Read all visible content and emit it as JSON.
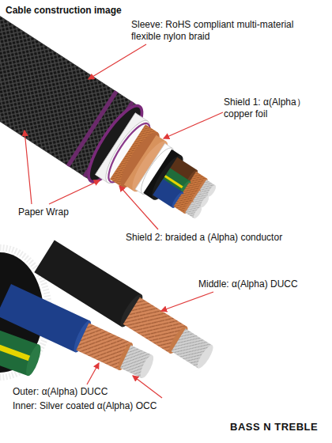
{
  "diagram": {
    "title": "Cable construction image",
    "labels": [
      "Sleeve: RoHS compliant multi-material flexible nylon braid",
      "Shield 1: α(Alpha）copper foil",
      "Paper Wrap",
      "Shield 2: braided a (Alpha) conductor",
      "Middle: α(Alpha) DUCC",
      "Outer: α(Alpha) DUCC",
      "Inner: Silver coated α(Alpha) OCC",
      "BASS N TREBLE"
    ]
  }
}
